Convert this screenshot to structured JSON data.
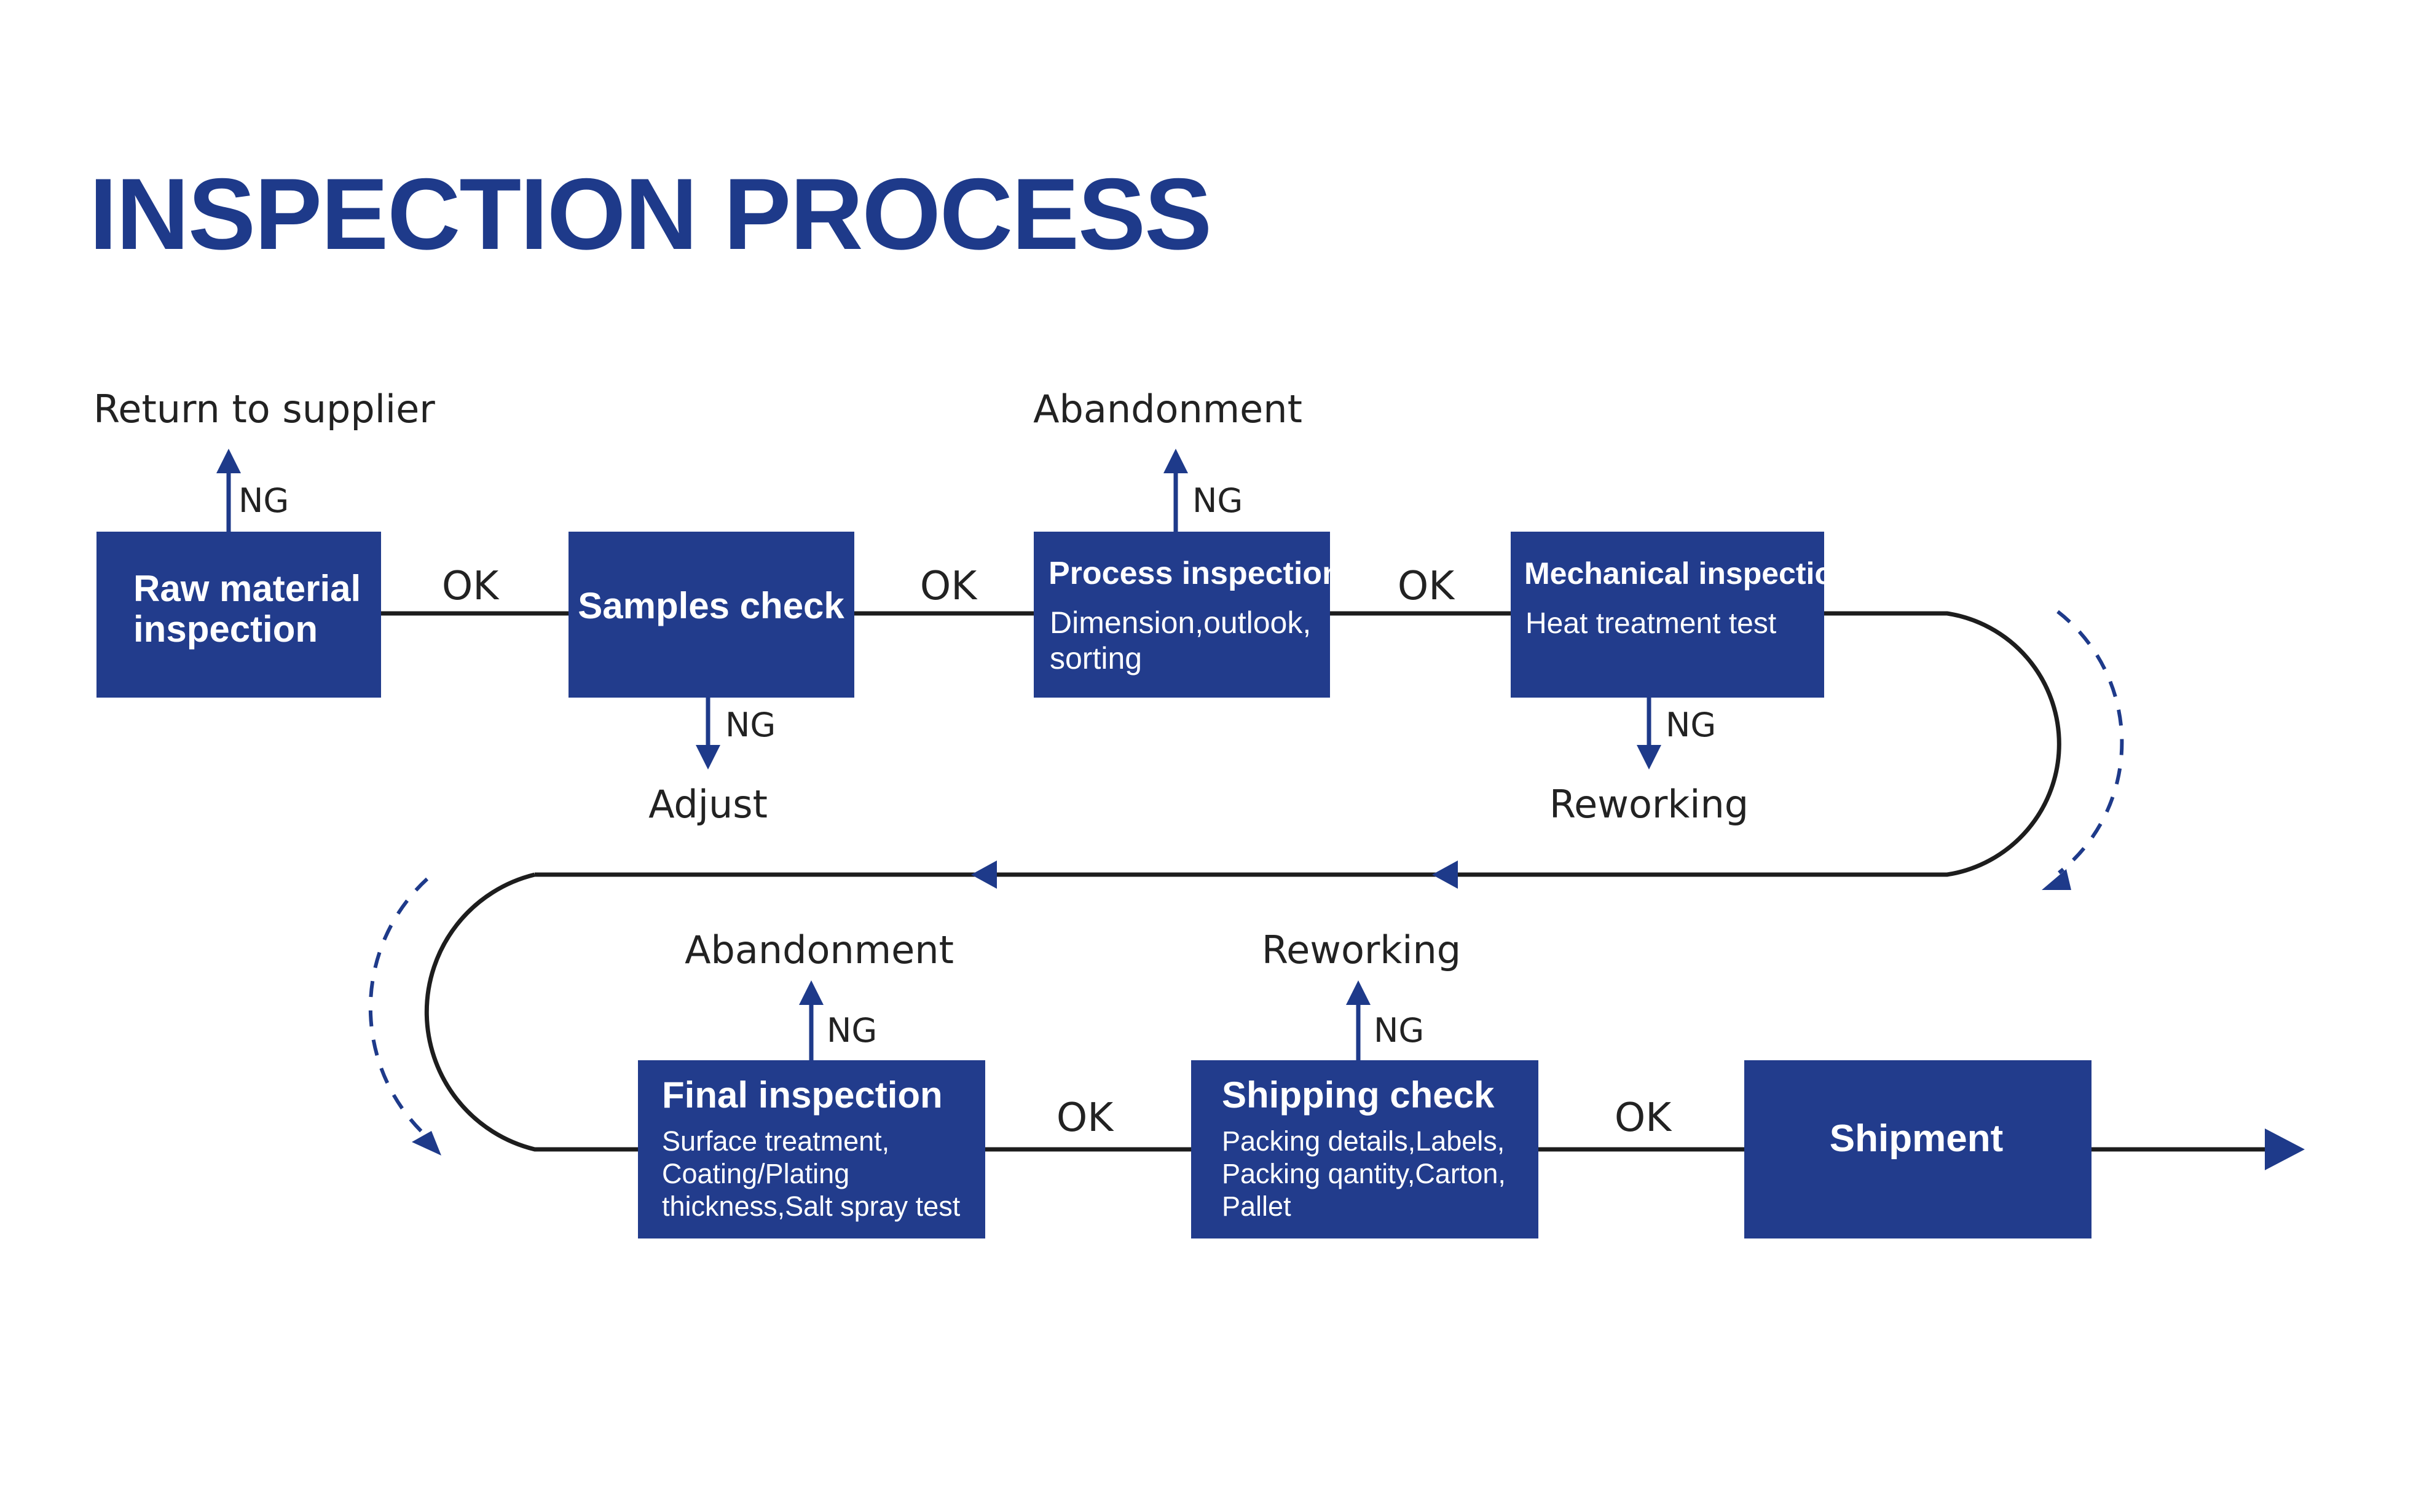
{
  "title": "INSPECTION PROCESS",
  "steps": [
    {
      "title_lines": [
        "Raw material",
        "inspection"
      ],
      "sub_lines": []
    },
    {
      "title_lines": [
        "Samples check"
      ],
      "sub_lines": []
    },
    {
      "title_lines": [
        "Process inspection"
      ],
      "sub_lines": [
        "Dimension,outlook,",
        "sorting"
      ]
    },
    {
      "title_lines": [
        "Mechanical inspection"
      ],
      "sub_lines": [
        "Heat treatment test"
      ]
    },
    {
      "title_lines": [
        "Final inspection"
      ],
      "sub_lines": [
        "Surface treatment,",
        "Coating/Plating",
        "thickness,Salt spray test"
      ]
    },
    {
      "title_lines": [
        "Shipping check"
      ],
      "sub_lines": [
        "Packing details,Labels,",
        "Packing qantity,Carton,",
        "Pallet"
      ]
    },
    {
      "title_lines": [
        "Shipment"
      ],
      "sub_lines": []
    }
  ],
  "ok_label": "OK",
  "ng_label": "NG",
  "ng_outcomes": {
    "raw_material": "Return to supplier",
    "samples_check": "Adjust",
    "process_inspection": "Abandonment",
    "mechanical_inspection": "Reworking",
    "final_inspection": "Abandonment",
    "shipping_check": "Reworking"
  },
  "colors": {
    "box": "#223c8c",
    "title": "#1e3a8a",
    "line": "#1d1d1d",
    "arrow": "#1e3a8a"
  }
}
